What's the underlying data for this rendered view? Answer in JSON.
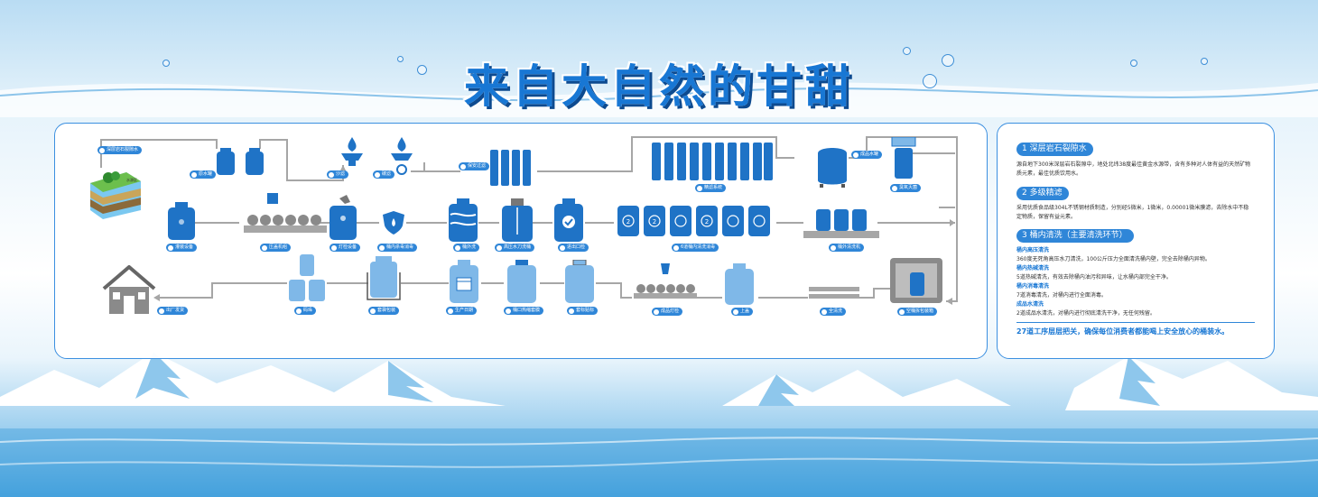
{
  "title": "来自大自然的甘甜",
  "colors": {
    "accent": "#2f86d8",
    "title": "#1877d4",
    "pipe": "#a6a6a6",
    "water": "#3d8ed6"
  },
  "process": {
    "row1": [
      {
        "label": "深层岩石裂隙水",
        "icon": "geology-layer-icon"
      },
      {
        "label": "原水罐",
        "icon": "twin-tank-icon"
      },
      {
        "label": "沙滤",
        "icon": "water-drop-filter-icon"
      },
      {
        "label": "碳滤",
        "icon": "sun-filter-icon"
      },
      {
        "label": "保安过滤",
        "icon": "cartridge-filter-icon"
      },
      {
        "label": "精滤系统",
        "icon": "filter-array-icon"
      },
      {
        "label": "成品水罐",
        "icon": "storage-tank-icon"
      },
      {
        "label": "臭氧灭菌",
        "icon": "ozone-unit-icon"
      }
    ],
    "row2": [
      {
        "label": "灌装设备",
        "icon": "filling-machine-icon"
      },
      {
        "label": "压盖机组",
        "icon": "capping-belt-icon"
      },
      {
        "label": "灯检设备",
        "icon": "light-check-icon"
      },
      {
        "label": "桶内杀毒消毒",
        "icon": "shield-water-icon"
      },
      {
        "label": "桶外洗",
        "icon": "outer-wash-icon"
      },
      {
        "label": "高压水刀洗桶",
        "icon": "pressure-wash-icon"
      },
      {
        "label": "进出口检",
        "icon": "check-bottle-icon"
      },
      {
        "label": "6道桶内清洗消毒",
        "icon": "six-wash-icon"
      },
      {
        "label": "桶外清洗机",
        "icon": "washer-icon"
      }
    ],
    "row2_steps": [
      "2",
      "2",
      "",
      "2",
      "",
      ""
    ],
    "row3": [
      {
        "label": "出厂发货",
        "icon": "factory-house-icon"
      },
      {
        "label": "码垛",
        "icon": "stacking-icon"
      },
      {
        "label": "套袋包装",
        "icon": "bagging-icon"
      },
      {
        "label": "生产日期",
        "icon": "calendar-bottle-icon"
      },
      {
        "label": "桶口热缩套膜",
        "icon": "shrink-cap-icon"
      },
      {
        "label": "套标贴标",
        "icon": "labeling-icon"
      },
      {
        "label": "成品灯检",
        "icon": "product-check-icon"
      },
      {
        "label": "上盖",
        "icon": "cap-bottle-icon"
      },
      {
        "label": "全清洗",
        "icon": "conveyor-icon"
      },
      {
        "label": "空桶拆包装箱",
        "icon": "unpack-icon"
      }
    ],
    "source_tag": "水源区"
  },
  "sections": [
    {
      "num": "1",
      "heading": "深层岩石裂隙水",
      "body": "源自地下300米深层岩石裂隙中，地处北纬38度最佳黄金水源带，含有多种对人体有益的天然矿物质元素，最佳优质饮用水。"
    },
    {
      "num": "2",
      "heading": "多级精滤",
      "body": "采用优质食品级304L不锈钢材质制造，分别经5微米，1微米，0.00001微米膜滤，去除水中不稳定物质，保留有益元素。"
    },
    {
      "num": "3",
      "heading": "桶内清洗（主要清洗环节）",
      "items": [
        {
          "sub": "桶内高压清洗",
          "text": "360度无死角高压水刀清洗，100公斤压力全面清洗桶内壁，完全去除桶内异物。"
        },
        {
          "sub": "桶内热碱清洗",
          "text": "5道热碱清洗，有效去除桶内油污和异味，让水桶内部完全干净。"
        },
        {
          "sub": "桶内消毒清洗",
          "text": "7道消毒清洗，对桶内进行全面消毒。"
        },
        {
          "sub": "成品水清洗",
          "text": "2道成品水清洗，对桶内进行彻底清洗干净，无任何残留。"
        }
      ]
    }
  ],
  "footer": "27道工序层层把关，确保每位消费者都能喝上安全放心的桶装水。"
}
